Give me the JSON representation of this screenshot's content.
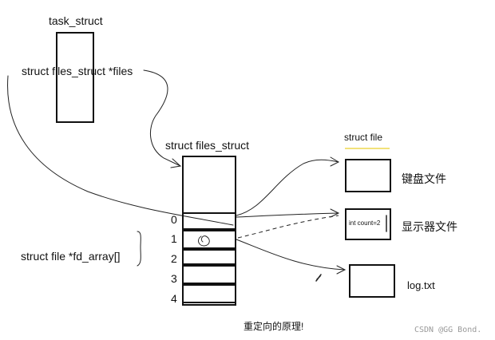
{
  "task_struct_label": "task_struct",
  "files_ptr_label": "struct files_struct *files",
  "files_struct_label": "struct files_struct",
  "fd_array_label": "struct file *fd_array[]",
  "fd_indices": [
    "0",
    "1",
    "2",
    "3",
    "4"
  ],
  "struct_file_label": "struct file",
  "files": [
    {
      "label": "键盘文件",
      "content": ""
    },
    {
      "label": "显示器文件",
      "content": "int count=2"
    },
    {
      "label": "log.txt",
      "content": ""
    }
  ],
  "caption": "重定向的原理!",
  "watermark": "CSDN @GG Bond."
}
